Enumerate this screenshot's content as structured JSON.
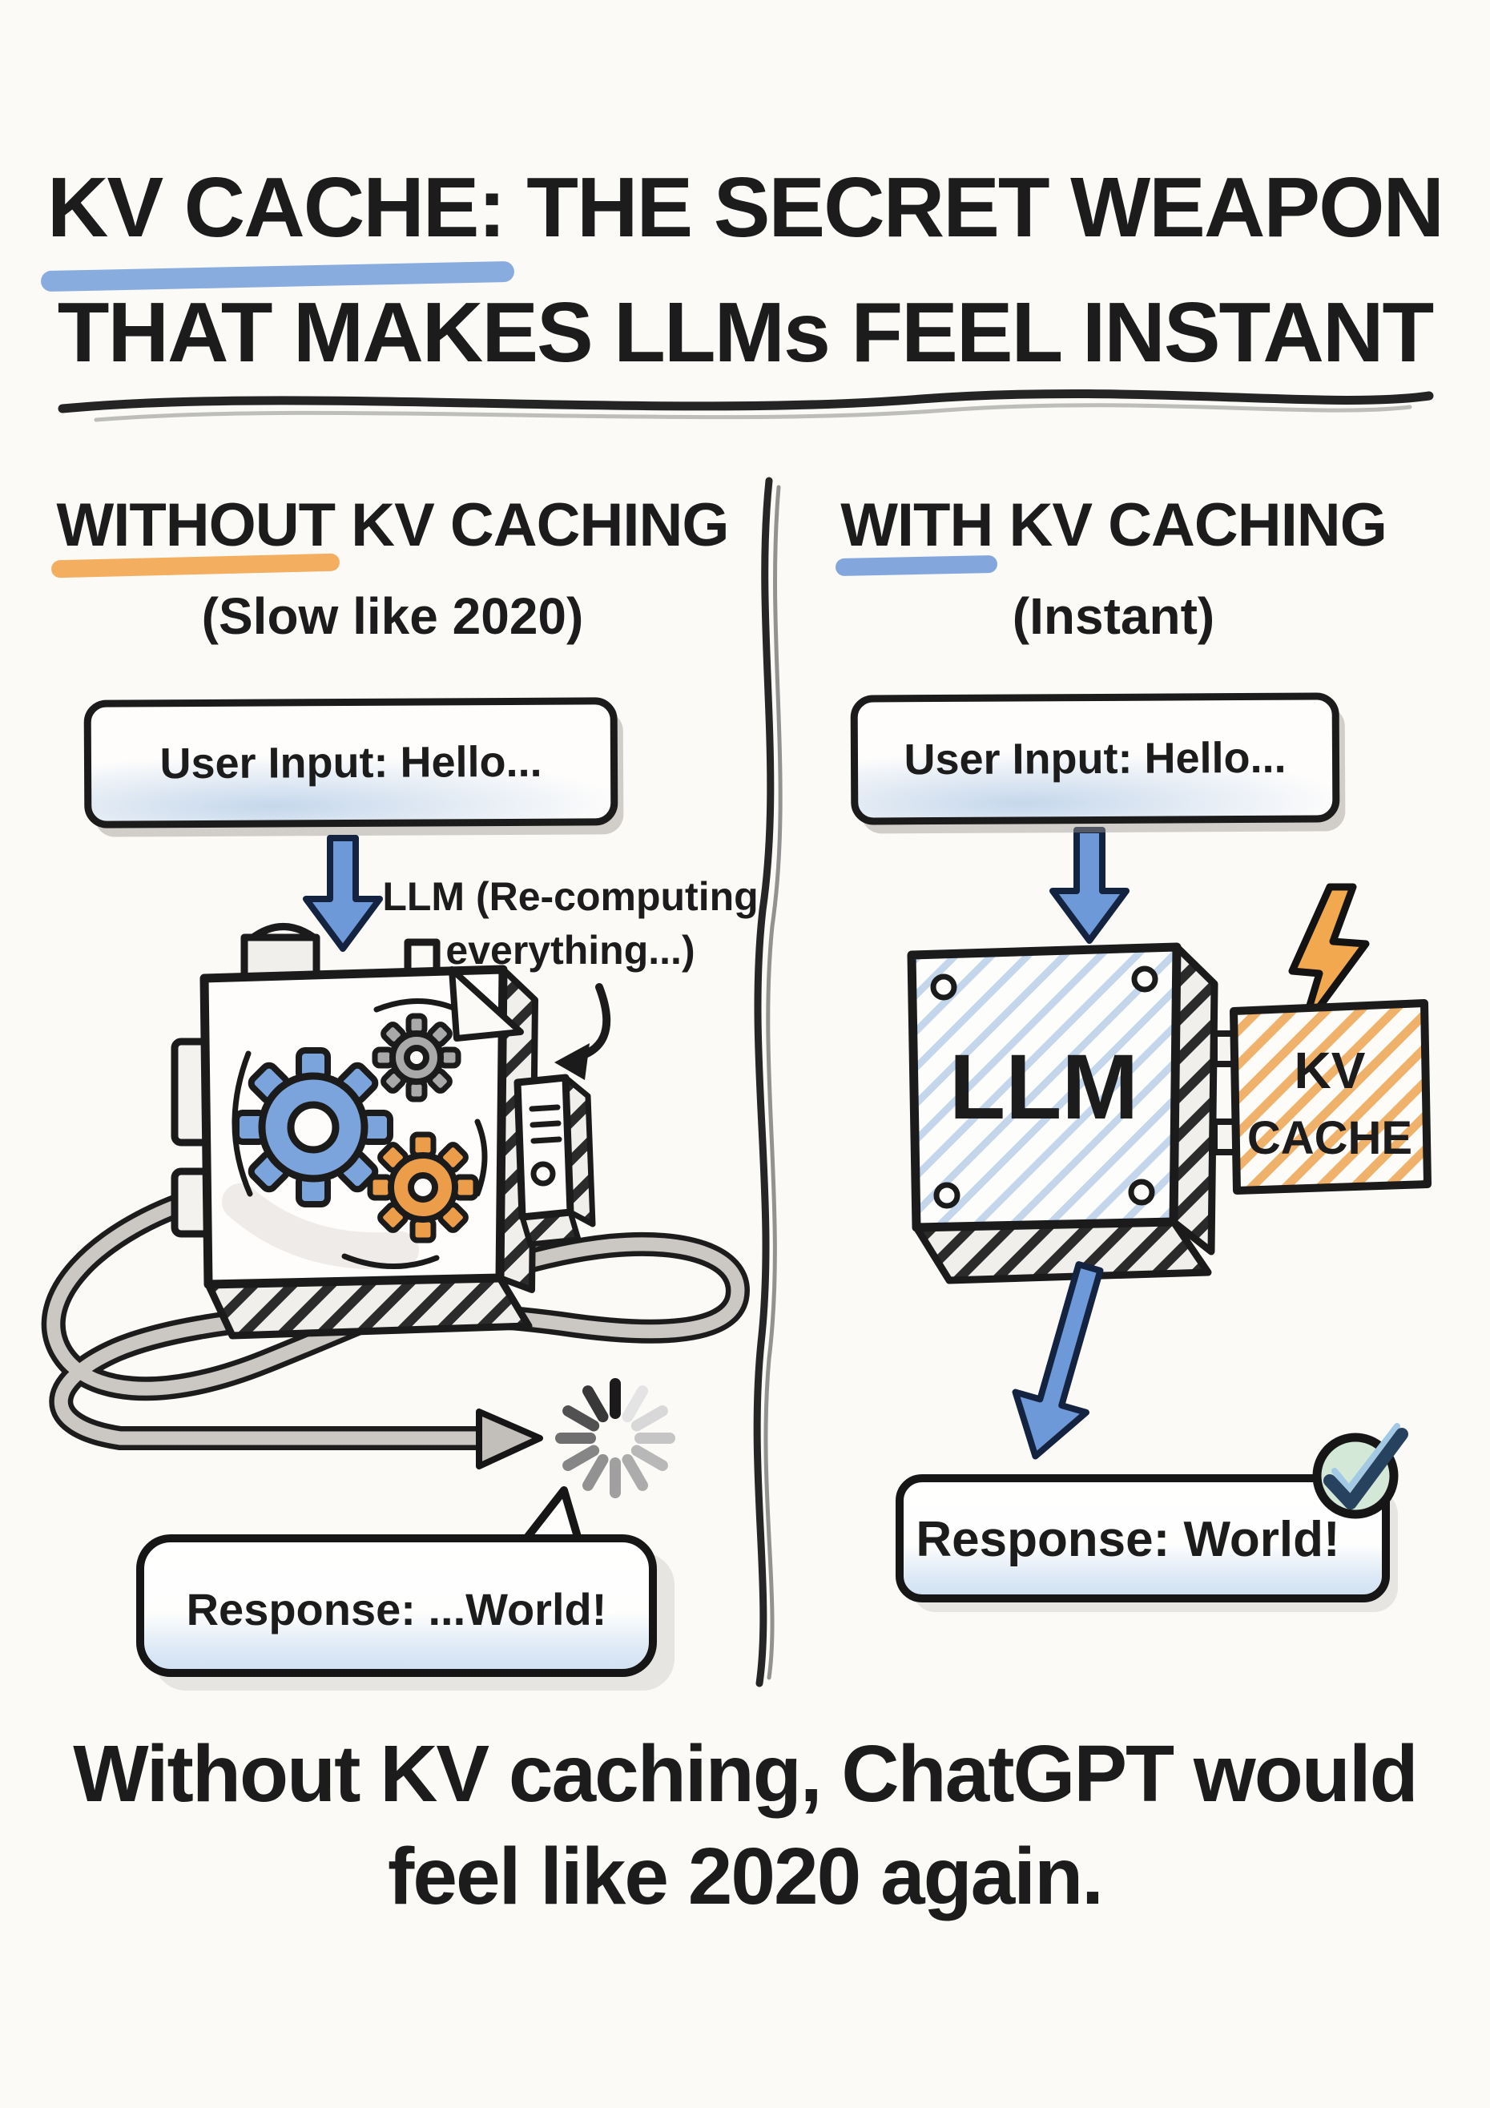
{
  "title": {
    "highlight": "KV CACHE:",
    "rest": " THE SECRET WEAPON",
    "line2": "THAT MAKES LLMs FEEL INSTANT"
  },
  "left_panel": {
    "heading_highlight": "WITHOUT",
    "heading_rest": " KV CACHING",
    "subheading": "(Slow like 2020)",
    "user_input": "User Input: Hello...",
    "llm_note_line1": "LLM (Re-computing",
    "llm_note_line2": "everything...)",
    "response": "Response: ...World!"
  },
  "right_panel": {
    "heading_highlight": "WITH",
    "heading_rest": " KV CACHING",
    "subheading": "(Instant)",
    "user_input": "User Input: Hello...",
    "llm_label": "LLM",
    "kv_cache_line1": "KV",
    "kv_cache_line2": "CACHE",
    "response": "Response: World!"
  },
  "caption": {
    "line1": "Without KV caching, ChatGPT would",
    "line2": "feel like 2020 again."
  },
  "icons": {
    "flow_arrows": "arrow-down-icon",
    "machine": "gear-machine-icon",
    "gears": "gear-icon",
    "loading": "loading-spinner-icon",
    "lightning": "lightning-bolt-icon",
    "check": "checkmark-icon",
    "speech": "speech-bubble-icon"
  },
  "colors": {
    "ink": "#1c1c1c",
    "paper": "#fbfaf7",
    "accent_blue": "#6d98d8",
    "accent_orange": "#f2a64e",
    "gear_blue": "#7ba4dc",
    "gear_gray": "#a9a9a9",
    "gear_orange": "#eb9d49",
    "kv_hatch": "#f0b26b",
    "llm_hatch": "#b9d0ea",
    "check_green": "#d3e8d6",
    "check_blue": "#2b4a74",
    "shade_blue": "#cfe0f1"
  }
}
